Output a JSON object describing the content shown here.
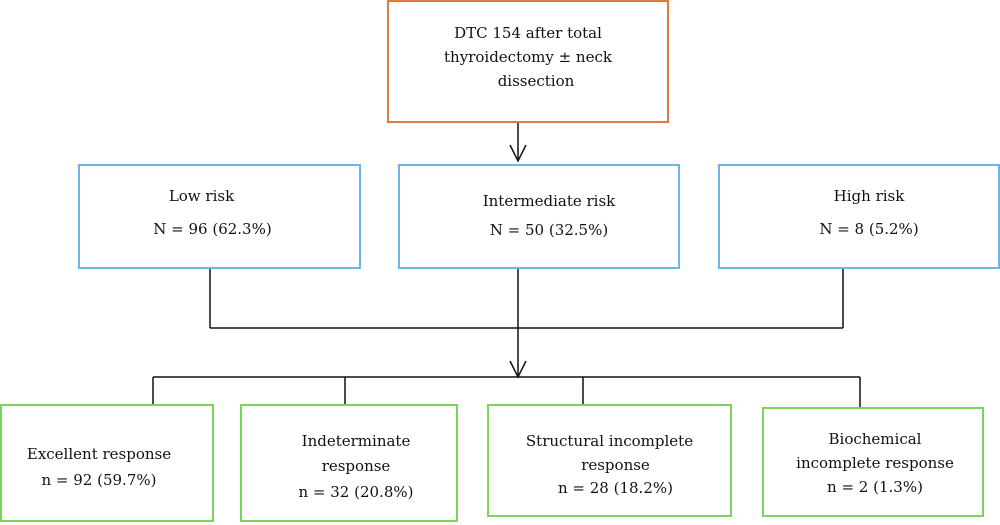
{
  "colors": {
    "top_border": "#e07a3c",
    "risk_border": "#6ab6e5",
    "response_border": "#7ed35a",
    "connector": "#111111"
  },
  "top": {
    "line1": "DTC 154 after total",
    "line2": "thyroidectomy ± neck",
    "line3": "dissection"
  },
  "risk": {
    "low": {
      "label": "Low risk",
      "count": "N = 96 (62.3%)"
    },
    "intermediate": {
      "label": "Intermediate risk",
      "count": "N = 50 (32.5%)"
    },
    "high": {
      "label": "High risk",
      "count": "N = 8 (5.2%)"
    }
  },
  "response": {
    "excellent": {
      "line1": "Excellent response",
      "count": "n = 92 (59.7%)"
    },
    "indeterminate": {
      "line1": "Indeterminate",
      "line2": "response",
      "count": "n = 32 (20.8%)"
    },
    "structural": {
      "line1": "Structural incomplete",
      "line2": "response",
      "count": "n = 28 (18.2%)"
    },
    "biochemical": {
      "line1": "Biochemical",
      "line2": "incomplete response",
      "count": "n = 2 (1.3%)"
    }
  }
}
